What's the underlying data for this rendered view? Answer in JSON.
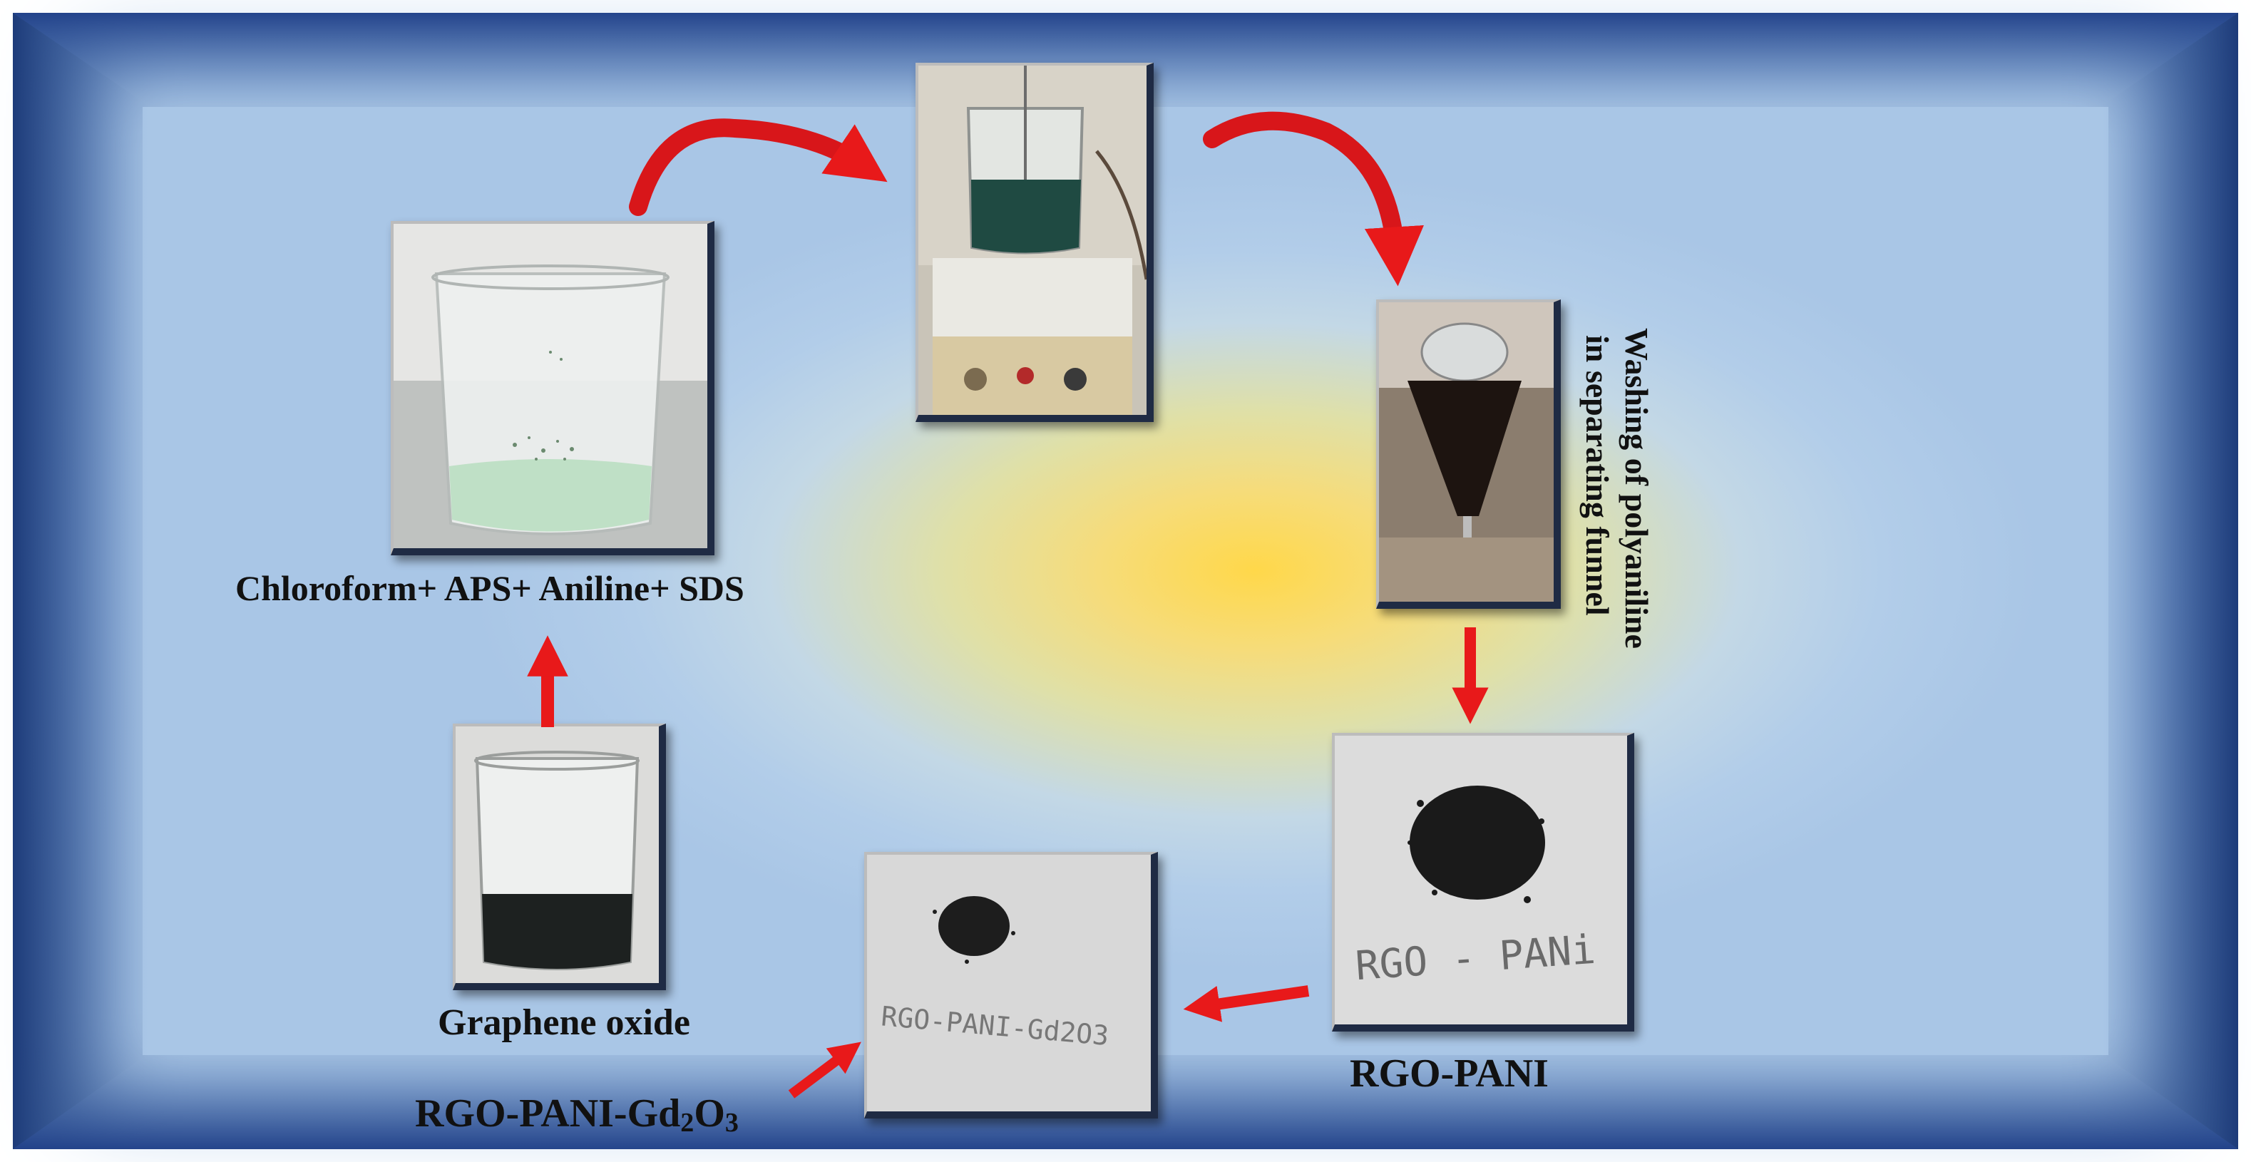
{
  "labels": {
    "step1": "Chloroform+ APS+ Aniline+ SDS",
    "step_go": "Graphene oxide",
    "washing_line1": "Washing of polyaniline",
    "washing_line2": "in separating funnel",
    "rgo_pani": "RGO-PANI",
    "final_prefix": "RGO-PANI-Gd",
    "final_sub1": "2",
    "final_mid": "O",
    "final_sub2": "3"
  },
  "handwriting": {
    "rgo_pani_paper": "RGO - PANi",
    "final_paper": "RGO-PANI-Gd2O3"
  },
  "colors": {
    "arrow": "#e8191a",
    "frame": "#2d4f8e",
    "center_glow": "#ffd84a"
  }
}
